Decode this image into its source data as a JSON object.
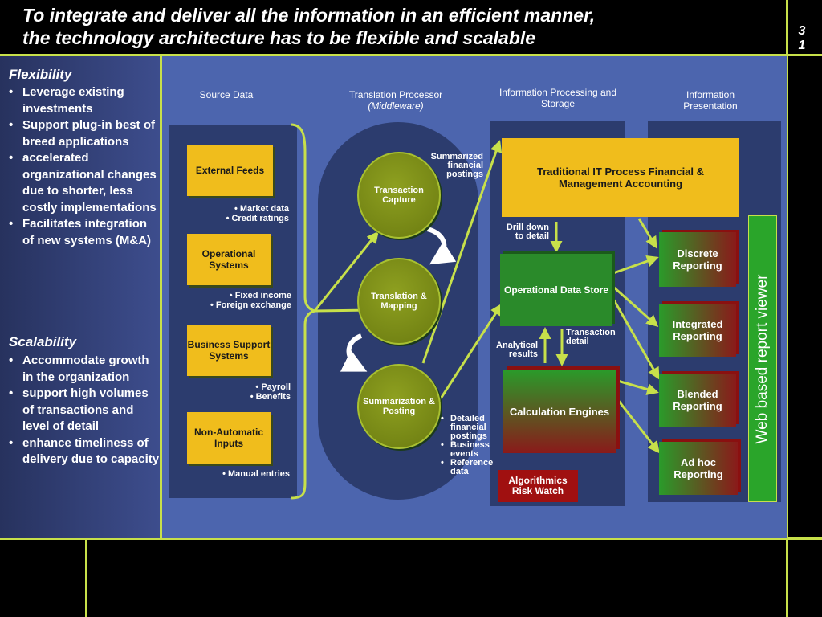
{
  "header": {
    "title_line1": "To integrate and deliver all the information in an efficient manner,",
    "title_line2": "the technology architecture has to be flexible and scalable",
    "slide_number": "31"
  },
  "sidebar": {
    "flexibility_heading": "Flexibility",
    "flexibility_items": [
      "Leverage existing investments",
      "Support plug-in best of breed applications",
      "accelerated organizational changes due to shorter, less costly implementations",
      "Facilitates integration of new systems (M&A)"
    ],
    "scalability_heading": "Scalability",
    "scalability_items": [
      "Accommodate growth in the organization",
      "support high volumes of transactions and level of detail",
      "enhance timeliness of delivery due to capacity"
    ]
  },
  "columns": {
    "source_data": "Source Data",
    "translation_processor": "Translation Processor",
    "middleware": "(Middleware)",
    "info_processing": "Information Processing and Storage",
    "info_presentation": "Information Presentation"
  },
  "sources": [
    {
      "label": "External Feeds",
      "note": "• Market data\n• Credit ratings"
    },
    {
      "label": "Operational Systems",
      "note": "• Fixed income\n• Foreign exchange"
    },
    {
      "label": "Business Support Systems",
      "note": "• Payroll\n• Benefits"
    },
    {
      "label": "Non-Automatic Inputs",
      "note": "• Manual entries"
    }
  ],
  "processor": {
    "capture": "Transaction Capture",
    "translation": "Translation & Mapping",
    "summarization": "Summarization & Posting",
    "summarized_postings": "Summarized financial postings",
    "detailed_items": [
      "Detailed financial postings",
      "Business events",
      "Reference data"
    ]
  },
  "storage": {
    "traditional_it": "Traditional IT Process Financial & Management Accounting",
    "drill_down": "Drill down to detail",
    "ods": "Operational Data Store",
    "analytical_results": "Analytical results",
    "transaction_detail": "Transaction detail",
    "calc_engines": "Calculation Engines",
    "algorithmics": "Algorithmics Risk Watch"
  },
  "reports": [
    "Discrete Reporting",
    "Integrated Reporting",
    "Blended Reporting",
    "Ad hoc Reporting"
  ],
  "viewer_label": "Web based report viewer",
  "colors": {
    "accent_line": "#c7e04a",
    "panel_blue": "#4c65ae",
    "source_yellow": "#f0bd1c",
    "ods_green": "#2a8a2a",
    "algorithmics_red": "#a01010"
  }
}
